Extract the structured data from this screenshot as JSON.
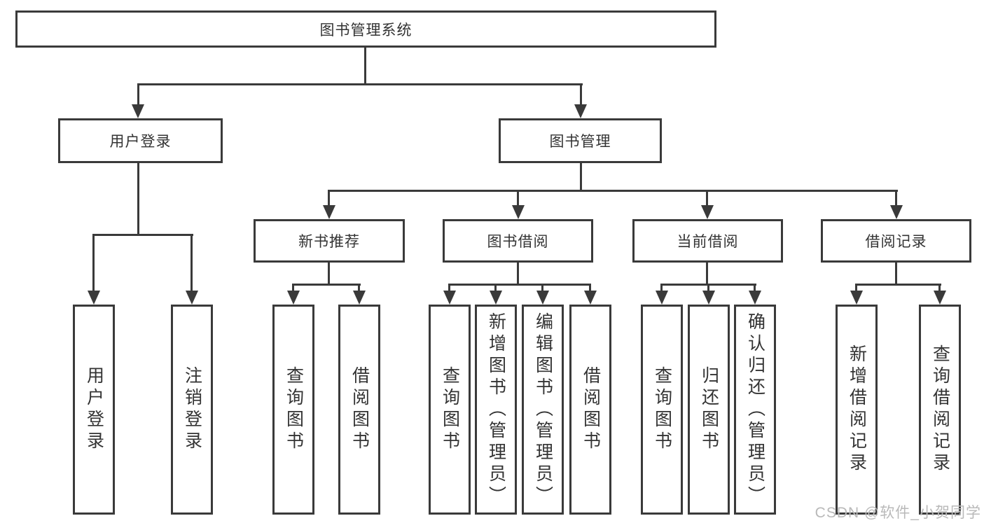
{
  "diagram": {
    "type": "hierarchy-tree",
    "colors": {
      "line": "#3a3a3a",
      "box_border": "#3a3a3a",
      "box_fill": "#ffffff",
      "text": "#333333",
      "watermark": "#b9b9b9",
      "background": "#ffffff"
    }
  },
  "tree": {
    "label": "图书管理系统",
    "children": [
      {
        "label": "用户登录",
        "children": [
          {
            "label": "用户登录"
          },
          {
            "label": "注销登录"
          }
        ]
      },
      {
        "label": "图书管理",
        "children": [
          {
            "label": "新书推荐",
            "children": [
              {
                "label": "查询图书"
              },
              {
                "label": "借阅图书"
              }
            ]
          },
          {
            "label": "图书借阅",
            "children": [
              {
                "label": "查询图书"
              },
              {
                "label": "新增图书（管理员）"
              },
              {
                "label": "编辑图书（管理员）"
              },
              {
                "label": "借阅图书"
              }
            ]
          },
          {
            "label": "当前借阅",
            "children": [
              {
                "label": "查询图书"
              },
              {
                "label": "归还图书"
              },
              {
                "label": "确认归还（管理员）"
              }
            ]
          },
          {
            "label": "借阅记录",
            "children": [
              {
                "label": "新增借阅记录"
              },
              {
                "label": "查询借阅记录"
              }
            ]
          }
        ]
      }
    ]
  },
  "watermark": "CSDN @软件_小贺同学"
}
